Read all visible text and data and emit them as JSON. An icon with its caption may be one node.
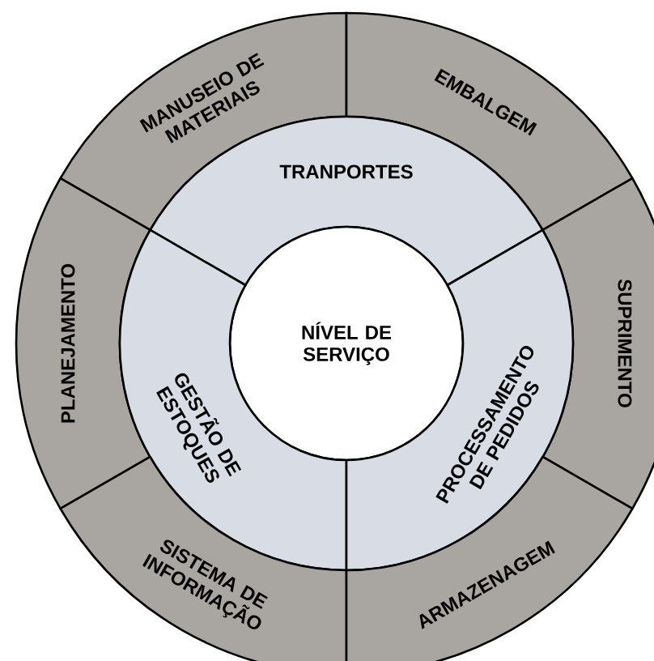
{
  "diagram": {
    "nodes": [
      {
        "text": [
          "MANUSEIO DE MATERIAIS"
        ]
      },
      {
        "text": [
          "EMBALGEM"
        ]
      },
      {
        "text": [
          "TRANPORTES"
        ]
      },
      {
        "text": [
          "PLANEJAMENTO"
        ]
      },
      {
        "text": [
          "NÍVEL DE SERVIÇO"
        ]
      },
      {
        "text": [
          "SUPRIMENTO"
        ]
      },
      {
        "text": [
          "GESTÃO DE ESTOQUES"
        ]
      },
      {
        "text": [
          "PROCESSAMENTO DE PEDIDOS"
        ]
      },
      {
        "text": [
          "SISTEMA DE INFORMAÇÃO"
        ]
      },
      {
        "text": [
          "ARMAZENAGEM"
        ]
      }
    ]
  }
}
